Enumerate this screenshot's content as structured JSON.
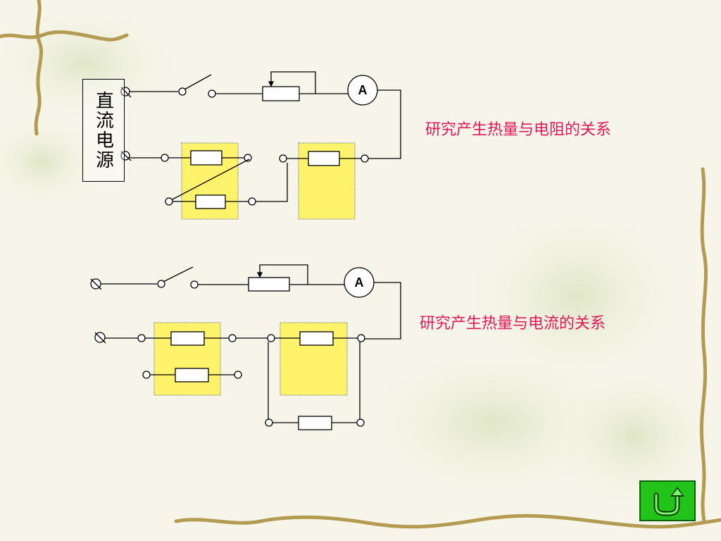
{
  "captions": {
    "resistance": "研究产生热量与电阻的关系",
    "current": "研究产生热量与电流的关系"
  },
  "power_source_label": "直流电源",
  "ammeter_label": "A",
  "colors": {
    "caption": "#e0185a",
    "resistor_box_fill": "#fff36b",
    "back_button": "#22c41a"
  },
  "icons": {
    "back_button": "return-arrow-icon"
  }
}
